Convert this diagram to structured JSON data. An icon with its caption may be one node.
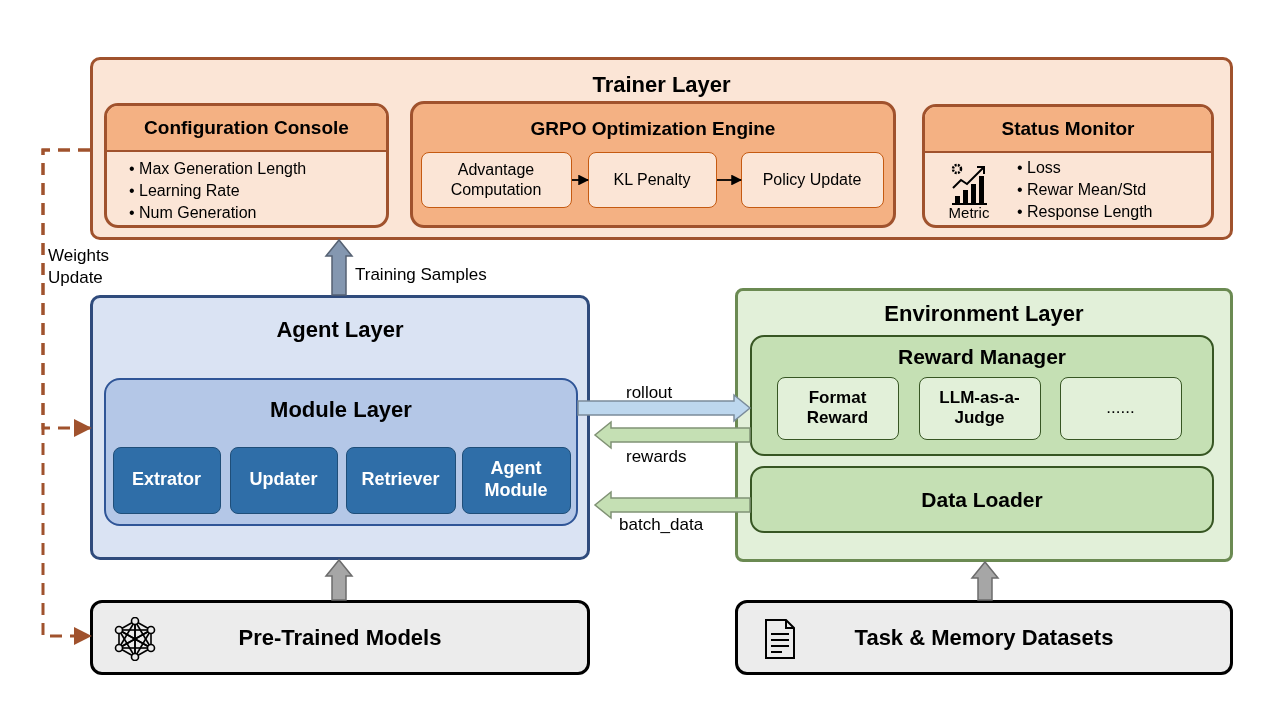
{
  "diagram": {
    "nodes": [
      {
        "text": [
          "Trainer Layer"
        ]
      },
      {
        "text": [
          "Configuration Console",
          "• Max Generation Length",
          "• Learning Rate",
          "• Num Generation"
        ],
        "in": 0
      },
      {
        "text": [
          "GRPO Optimization Engine"
        ],
        "in": 0
      },
      {
        "text": [
          "Advantage Computation"
        ],
        "in": 2
      },
      {
        "text": [
          "KL Penalty"
        ],
        "in": 2
      },
      {
        "text": [
          "Policy Update"
        ],
        "in": 2
      },
      {
        "text": [
          "Status Monitor",
          "Metric",
          "• Loss",
          "• Rewar Mean/Std",
          "• Response Length"
        ],
        "in": 0
      },
      {
        "text": [
          "Agent Layer"
        ]
      },
      {
        "text": [
          "Module Layer"
        ],
        "in": 7
      },
      {
        "text": [
          "Extrator"
        ],
        "in": 8
      },
      {
        "text": [
          "Updater"
        ],
        "in": 8
      },
      {
        "text": [
          "Retriever"
        ],
        "in": 8
      },
      {
        "text": [
          "Agent Module"
        ],
        "in": 8
      },
      {
        "text": [
          "Environment Layer"
        ]
      },
      {
        "text": [
          "Reward Manager"
        ],
        "in": 13
      },
      {
        "text": [
          "Format Reward"
        ],
        "in": 14
      },
      {
        "text": [
          "LLM-as-a-Judge"
        ],
        "in": 14
      },
      {
        "text": [
          "......"
        ],
        "in": 14
      },
      {
        "text": [
          "Data Loader"
        ],
        "in": 13
      },
      {
        "text": [
          "Pre-Trained Models"
        ]
      },
      {
        "text": [
          "Task & Memory Datasets"
        ]
      }
    ],
    "edges": [
      {
        "from": 3,
        "to": 4,
        "arrow": "to"
      },
      {
        "from": 4,
        "to": 5,
        "arrow": "to"
      },
      {
        "from": 7,
        "to": 0,
        "arrow": "to",
        "label": "Training Samples",
        "style": "thick",
        "color": "#8497b0"
      },
      {
        "from": 8,
        "to": 14,
        "arrow": "to",
        "label": "rollout",
        "style": "thick",
        "color": "#bdd7ee"
      },
      {
        "from": 14,
        "to": 7,
        "arrow": "to",
        "label": "rewards",
        "style": "thick",
        "color": "#c5e0b4"
      },
      {
        "from": 18,
        "to": 7,
        "arrow": "to",
        "label": "batch_data",
        "style": "thick",
        "color": "#c5e0b4"
      },
      {
        "from": 0,
        "to": 7,
        "arrow": "to",
        "label": "Weights Update",
        "style": "dashed",
        "color": "#a0522d"
      },
      {
        "from": 0,
        "to": 19,
        "arrow": "to",
        "style": "dashed",
        "color": "#a0522d"
      },
      {
        "from": 19,
        "to": 7,
        "arrow": "to",
        "style": "thick",
        "color": "#a6a6a6"
      },
      {
        "from": 20,
        "to": 13,
        "arrow": "to",
        "style": "thick",
        "color": "#a6a6a6"
      }
    ]
  }
}
